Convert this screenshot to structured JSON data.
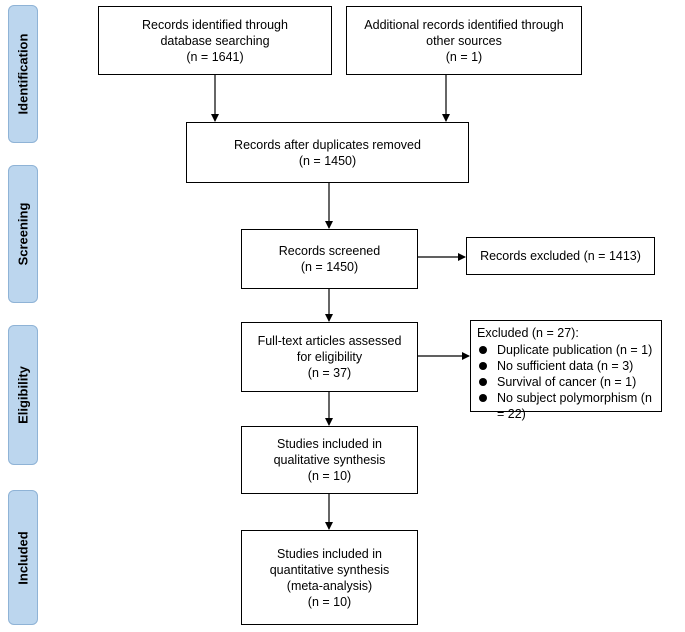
{
  "phases": {
    "identification": "Identification",
    "screening": "Screening",
    "eligibility": "Eligibility",
    "included": "Included"
  },
  "boxes": {
    "identified_db": [
      "Records identified through",
      "database searching",
      "(n = 1641)"
    ],
    "identified_other": [
      "Additional records identified through",
      "other sources",
      "(n = 1)"
    ],
    "after_duplicates": [
      "Records after duplicates removed",
      "(n = 1450)"
    ],
    "screened": [
      "Records screened",
      "(n = 1450)"
    ],
    "excluded_records": "Records excluded (n = 1413)",
    "fulltext": [
      "Full-text articles assessed",
      "for eligibility",
      "(n = 37)"
    ],
    "excluded_articles": {
      "heading": "Excluded (n = 27):",
      "items": [
        "Duplicate publication (n = 1)",
        "No sufficient data (n = 3)",
        "Survival of cancer (n = 1)",
        "No subject polymorphism (n = 22)"
      ]
    },
    "qualitative": [
      "Studies included in",
      "qualitative synthesis",
      "(n = 10)"
    ],
    "quantitative": [
      "Studies included in",
      "quantitative synthesis",
      "(meta-analysis)",
      "(n = 10)"
    ]
  },
  "colors": {
    "phase_fill": "#bcd6ee",
    "phase_border": "#8fb3d6",
    "line": "#000000"
  }
}
